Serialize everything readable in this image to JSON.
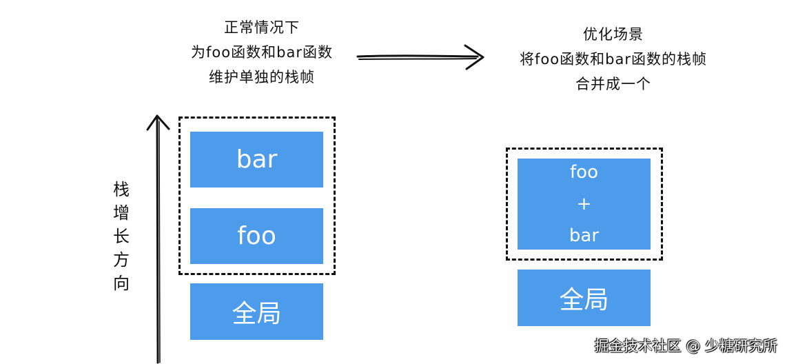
{
  "captions": {
    "left": [
      "正常情况下",
      "为foo函数和bar函数",
      "维护单独的栈帧"
    ],
    "right": [
      "优化场景",
      "将foo函数和bar函数的栈帧",
      "合并成一个"
    ]
  },
  "left_stack": {
    "frames": [
      "bar",
      "foo"
    ],
    "base": "全局"
  },
  "right_stack": {
    "merged": [
      "foo",
      "+",
      "bar"
    ],
    "base": "全局"
  },
  "axis_label": [
    "栈",
    "增",
    "长",
    "方",
    "向"
  ],
  "watermark": "掘金技术社区 @ 少糖研究所",
  "colors": {
    "block": "#4d9cec",
    "text": "#111111",
    "block_text": "#ffffff"
  }
}
